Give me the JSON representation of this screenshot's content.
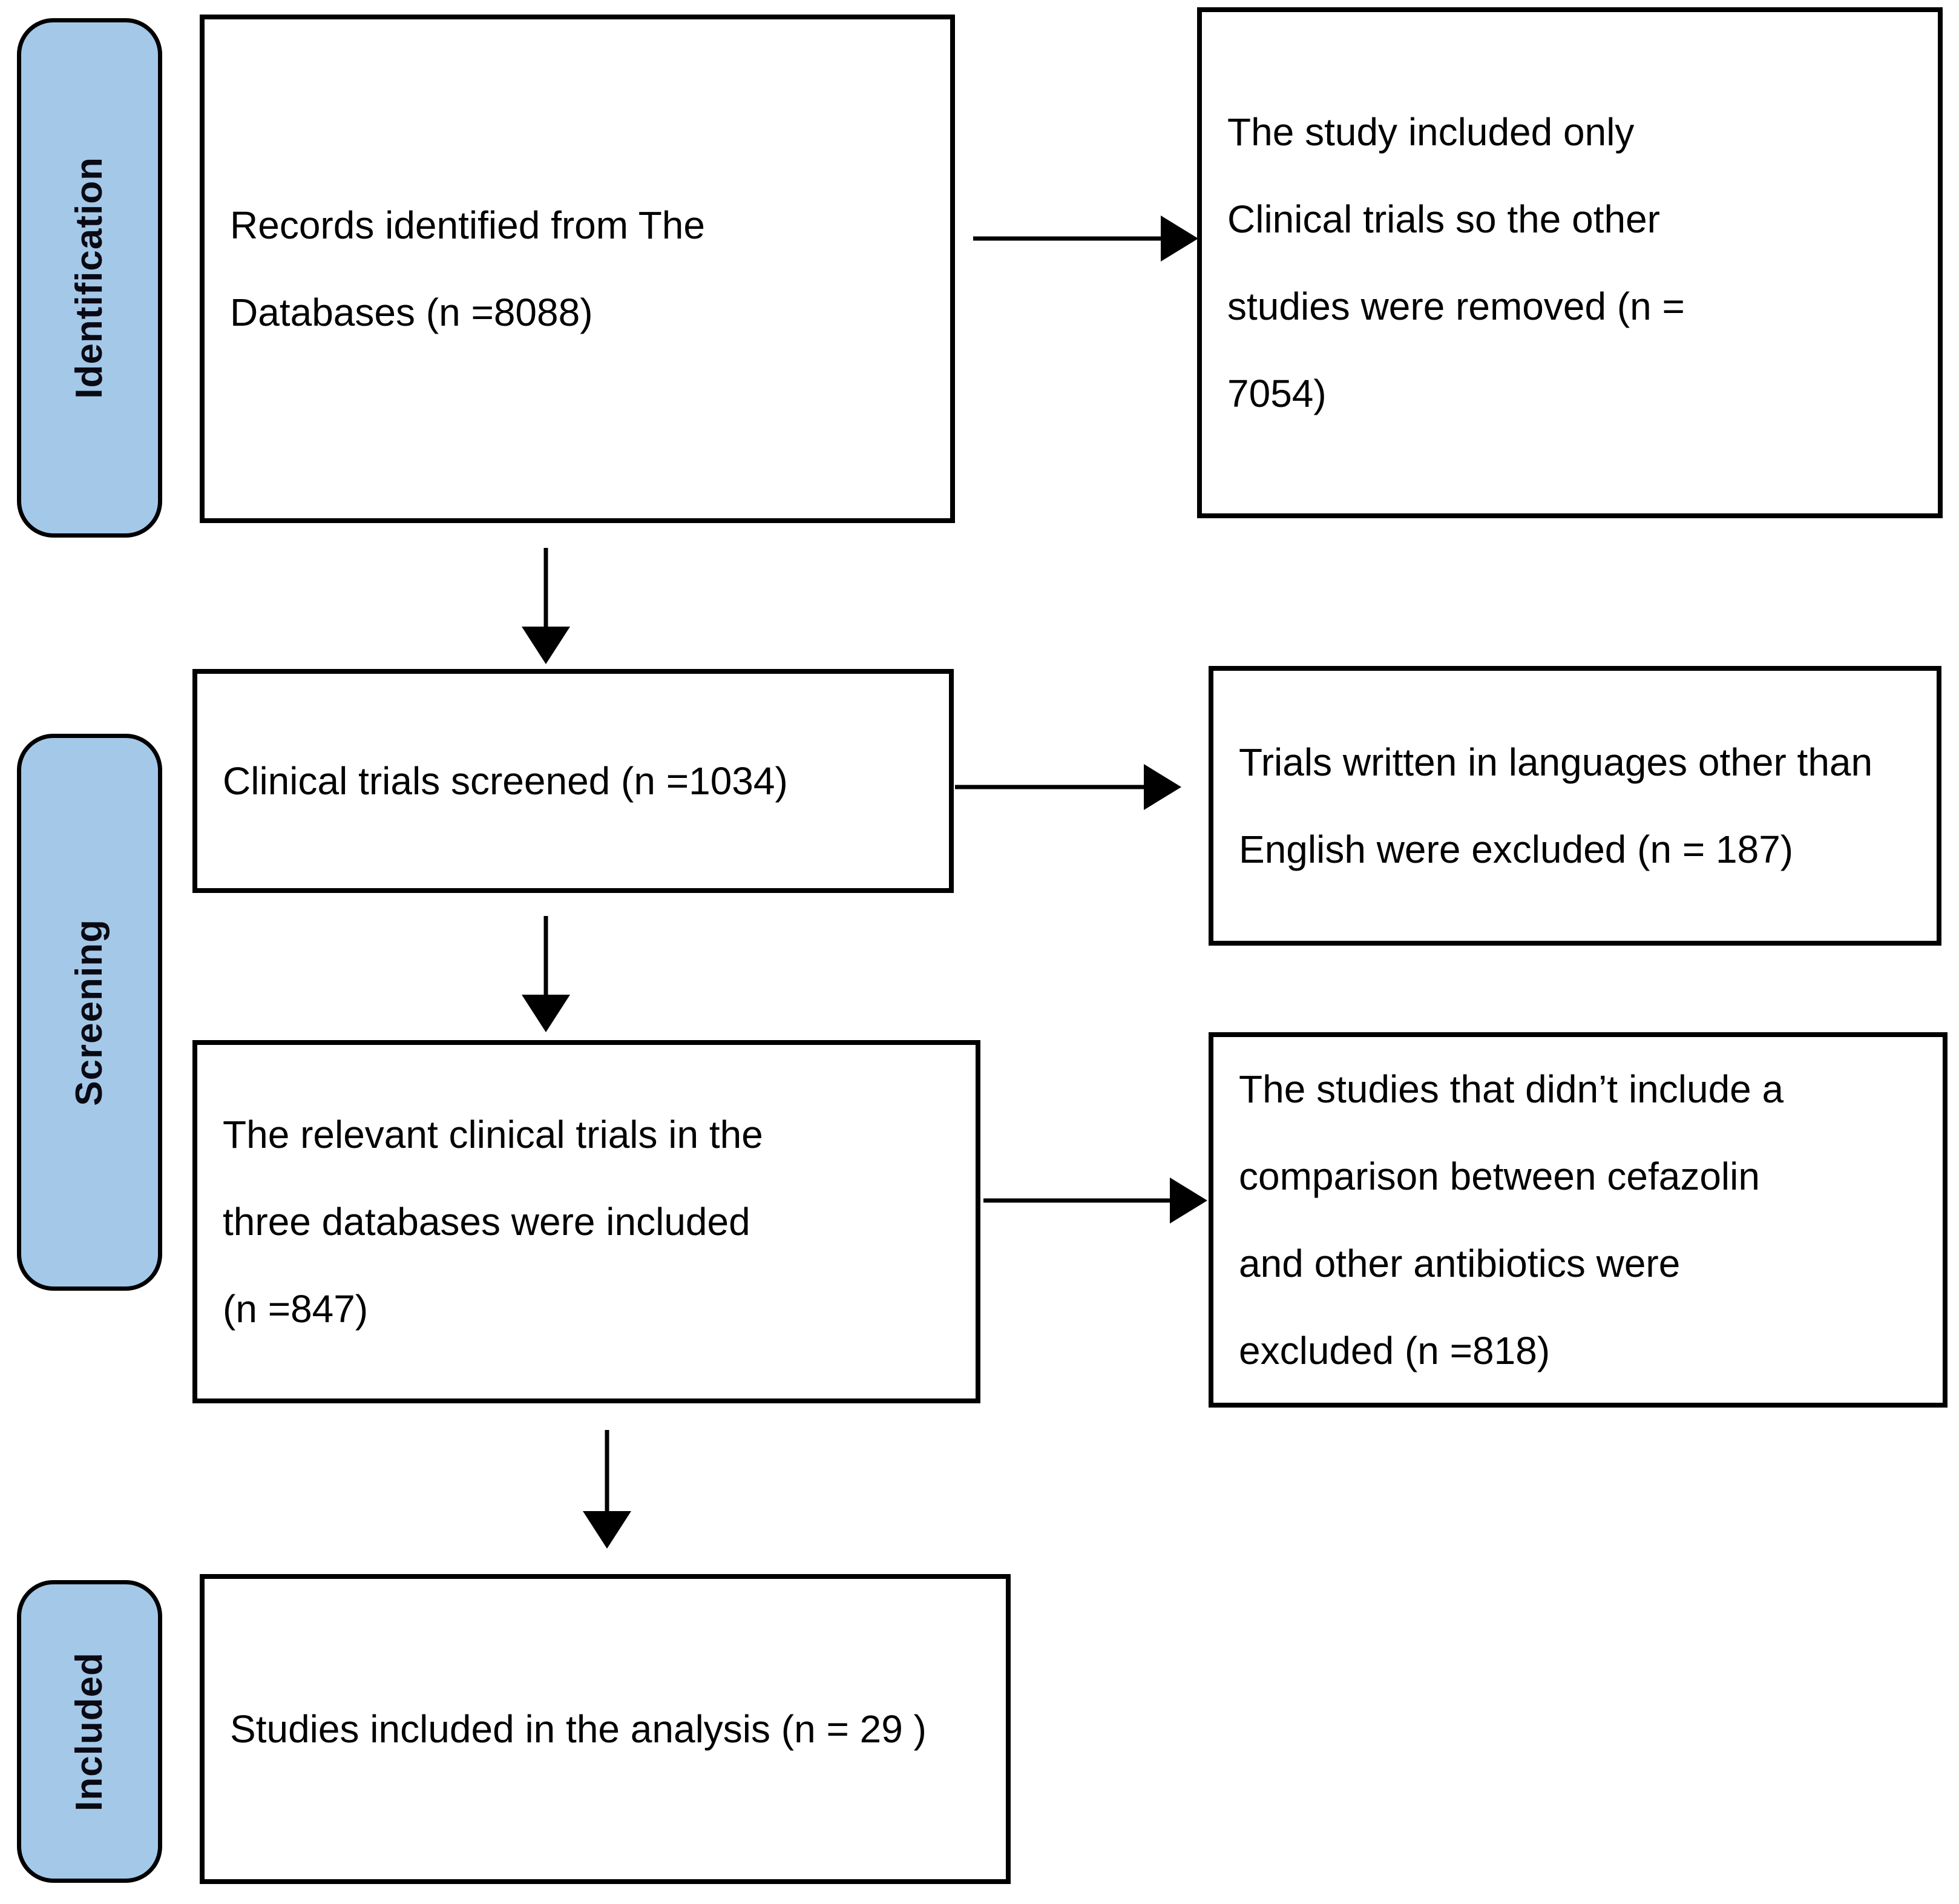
{
  "diagram": {
    "type": "prisma-flow-diagram",
    "title": "PRISMA study selection flow",
    "accent_color": "#a4c8e8",
    "line_color": "#000000",
    "background_color": "#ffffff"
  },
  "stages": [
    {
      "id": "identification",
      "label": "Identification"
    },
    {
      "id": "screening",
      "label": "Screening"
    },
    {
      "id": "included",
      "label": "Included"
    }
  ],
  "boxes": {
    "records_identified": {
      "lines": [
        "Records   identified   from   The",
        "Databases (n =8088)"
      ],
      "count": 8088
    },
    "non_clinical_removed": {
      "lines": [
        "The     study     included     only",
        "Clinical   trials   so   the   other",
        "studies  were  removed  (n  =",
        "7054)"
      ],
      "count": 7054
    },
    "trials_screened": {
      "lines": [
        "Clinical trials screened",
        "(n =1034)"
      ],
      "count": 1034
    },
    "language_excluded": {
      "lines": [
        "Trials written in languages other",
        "than English were excluded",
        "(n = 187)"
      ],
      "count": 187
    },
    "relevant_included": {
      "lines": [
        "The   relevant   clinical   trials   in   the",
        "three databases were included",
        "(n =847)"
      ],
      "count": 847
    },
    "no_comparison_excluded": {
      "lines": [
        "The studies that didn’t include a",
        "comparison  between  cefazolin",
        "and     other     antibiotics     were",
        "excluded (n =818)"
      ],
      "count": 818
    },
    "studies_analysed": {
      "lines": [
        "Studies included in the analysis",
        "(n = 29 )"
      ],
      "count": 29
    }
  },
  "arrows": [
    {
      "id": "identified-to-removed",
      "direction": "right"
    },
    {
      "id": "identified-to-screened",
      "direction": "down"
    },
    {
      "id": "screened-to-language",
      "direction": "right"
    },
    {
      "id": "screened-to-relevant",
      "direction": "down"
    },
    {
      "id": "relevant-to-comparison",
      "direction": "right"
    },
    {
      "id": "relevant-to-analysis",
      "direction": "down"
    }
  ]
}
